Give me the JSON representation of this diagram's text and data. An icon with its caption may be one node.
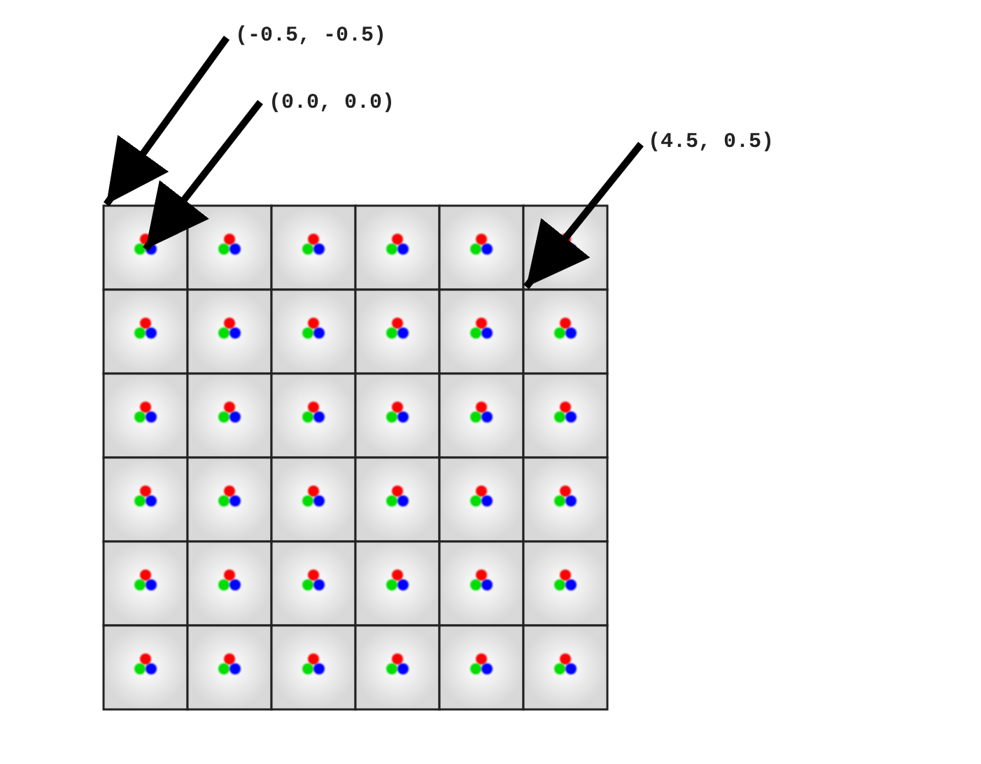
{
  "diagram": {
    "nodes": [
      {
        "text": [
          "(-0.5, -0.5)"
        ]
      },
      {
        "text": [
          "(0.0, 0.0)"
        ]
      },
      {
        "text": [
          "(4.5, 0.5)"
        ]
      }
    ],
    "edges": [
      {
        "from": 0,
        "to": null,
        "arrow": "to"
      },
      {
        "from": 1,
        "to": null,
        "arrow": "to"
      },
      {
        "from": 2,
        "to": null,
        "arrow": "to"
      }
    ]
  }
}
